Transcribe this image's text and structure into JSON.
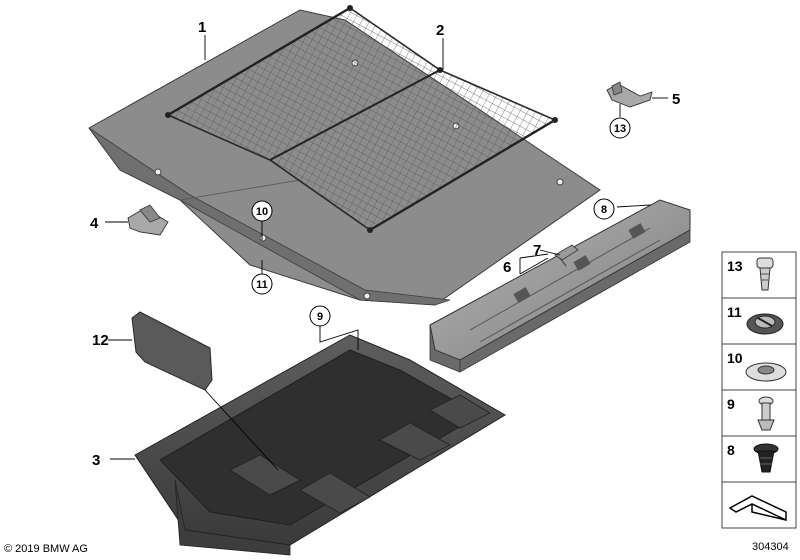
{
  "callouts": {
    "c1": "1",
    "c2": "2",
    "c3": "3",
    "c4": "4",
    "c5": "5",
    "c6": "6",
    "c7": "7",
    "c8": "8",
    "c9": "9",
    "c10": "10",
    "c11": "11",
    "c12": "12",
    "c13": "13"
  },
  "legend": [
    {
      "number": "13",
      "icon": "screw-clip-icon"
    },
    {
      "number": "11",
      "icon": "expanding-clip-icon"
    },
    {
      "number": "10",
      "icon": "round-nut-icon"
    },
    {
      "number": "9",
      "icon": "push-pin-icon"
    },
    {
      "number": "8",
      "icon": "spread-rivet-icon"
    },
    {
      "number": "",
      "icon": "reference-arrow-icon"
    }
  ],
  "copyright": "© 2019 BMW AG",
  "diagram_id": "304304"
}
